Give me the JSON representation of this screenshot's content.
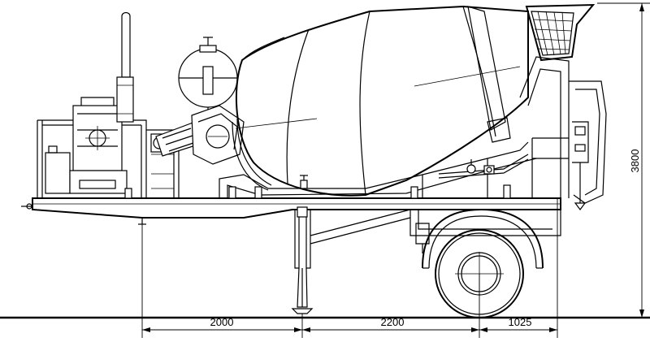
{
  "dimensions": {
    "dim_2000": "2000",
    "dim_2200": "2200",
    "dim_1025": "1025",
    "dim_height": "3800"
  }
}
